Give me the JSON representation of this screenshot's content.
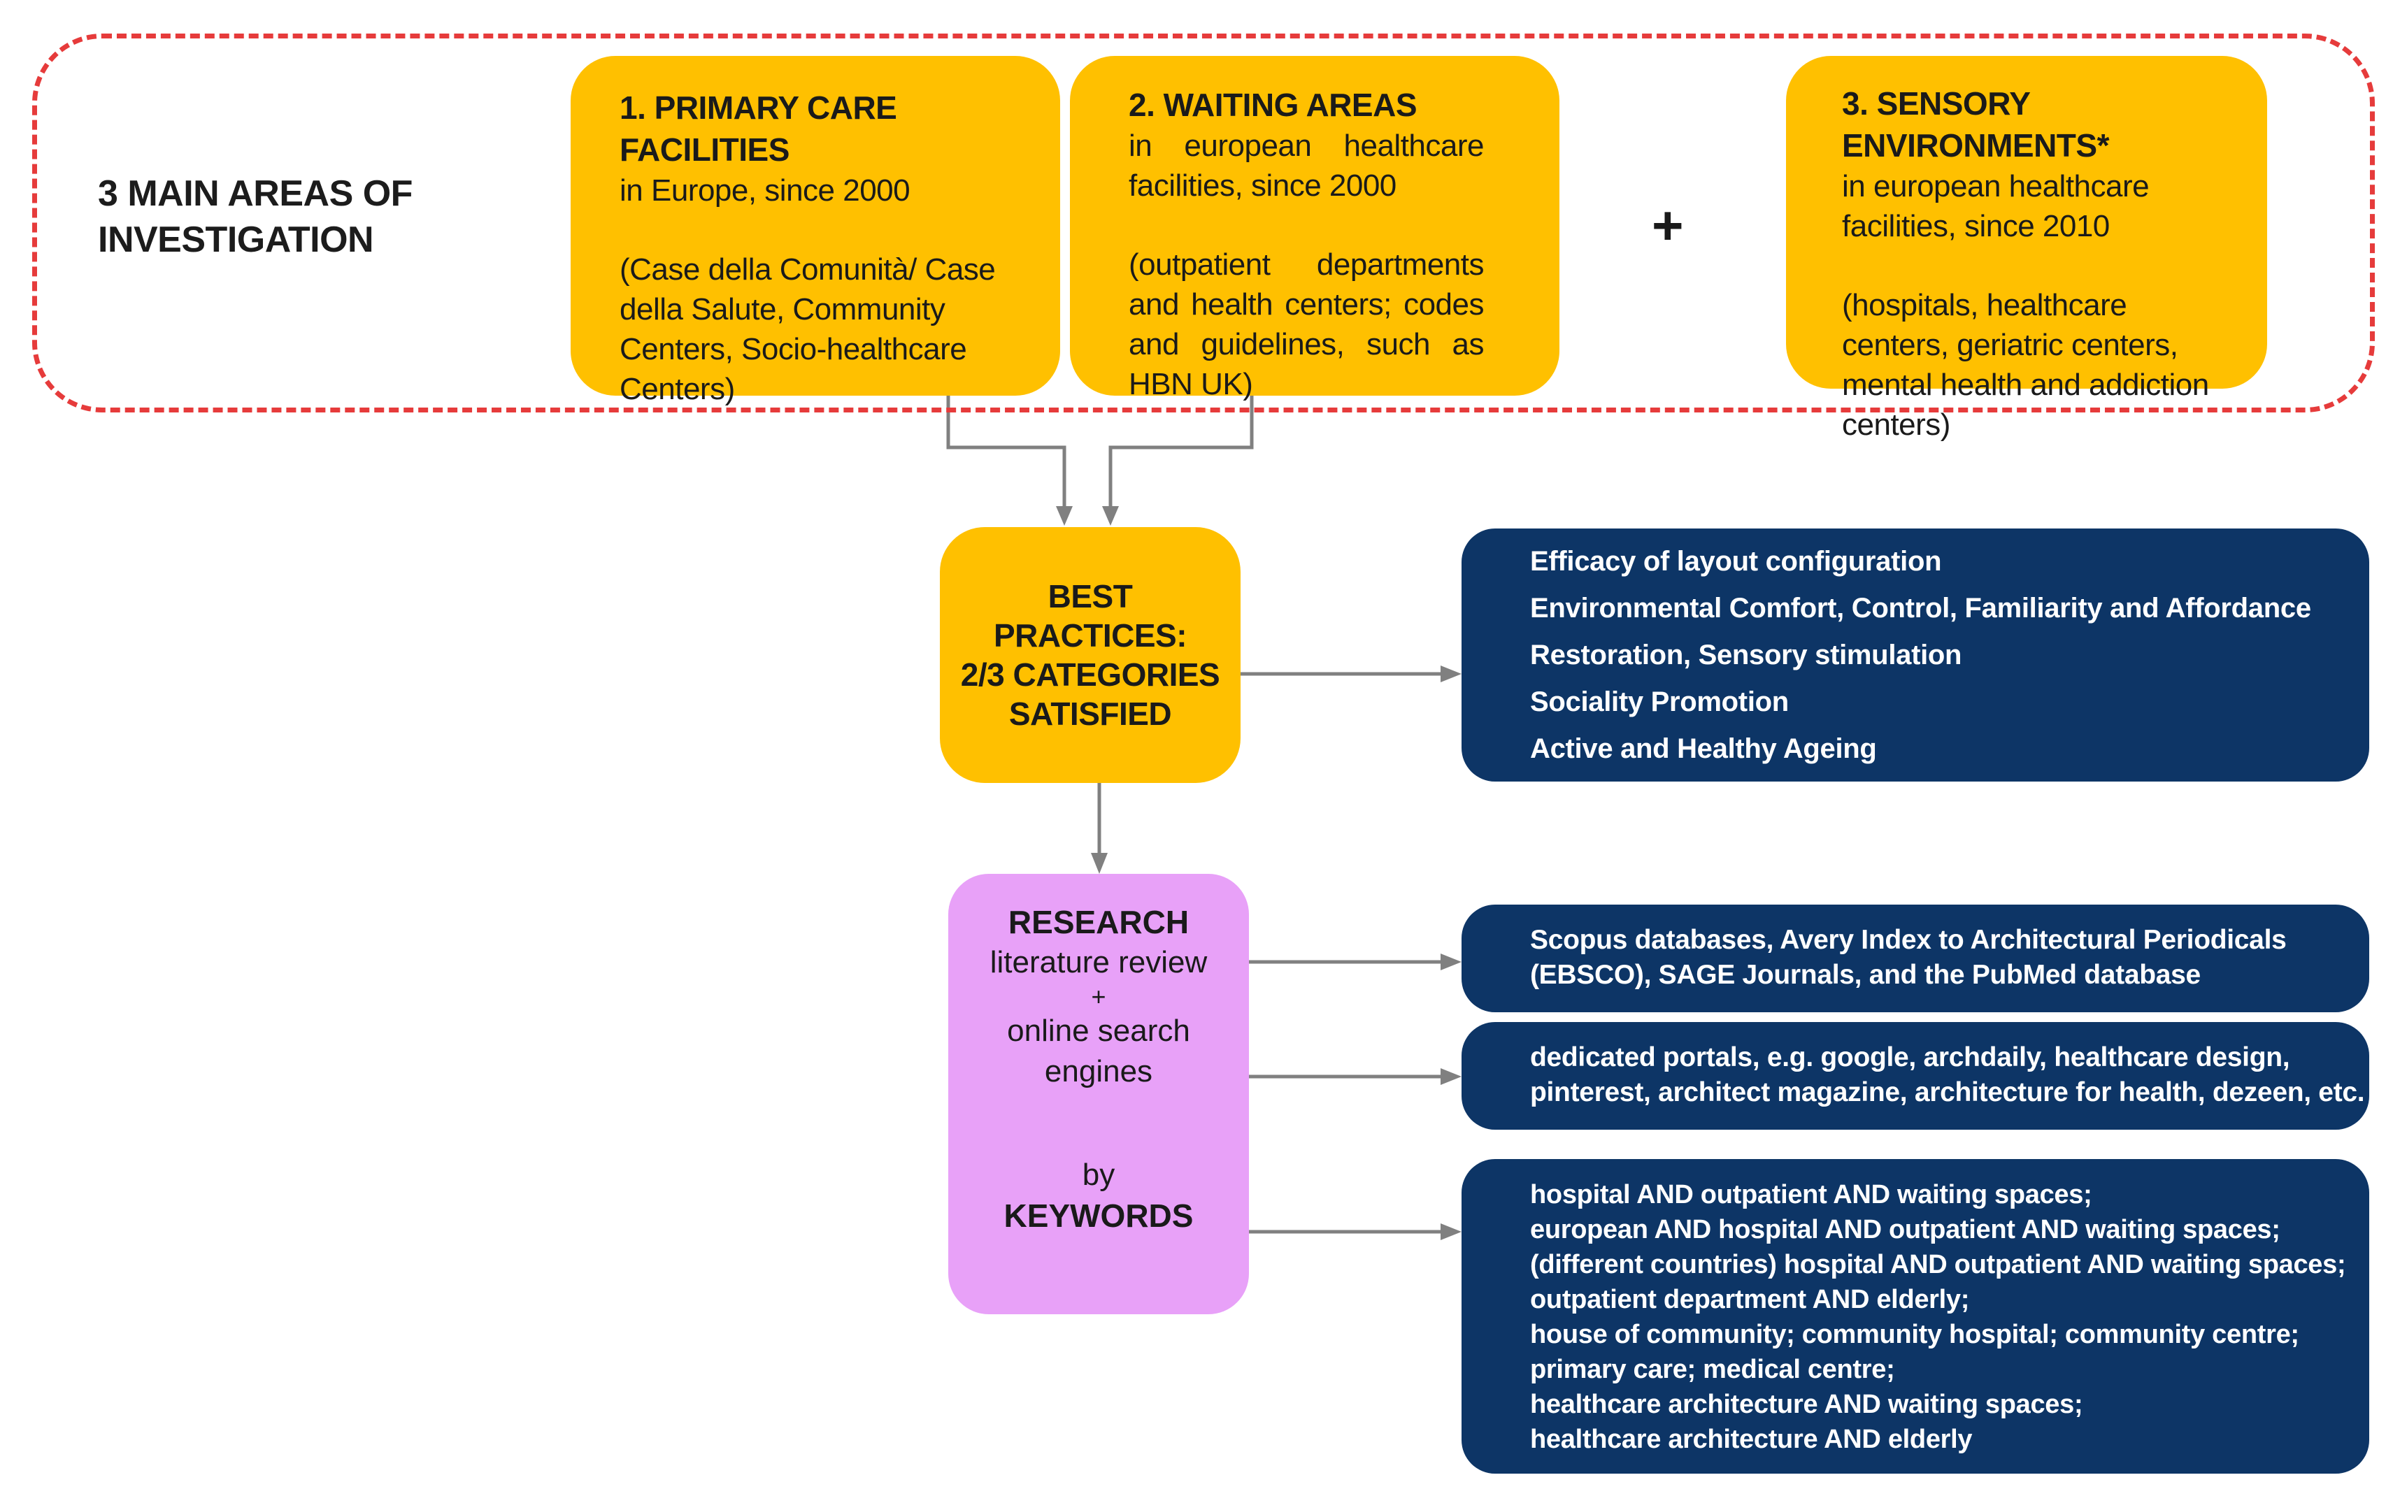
{
  "main_label": {
    "line1": "3 MAIN AREAS OF",
    "line2": "INVESTIGATION"
  },
  "area1": {
    "title": "1. PRIMARY CARE FACILITIES",
    "subtitle": "in Europe, since 2000",
    "detail": "(Case della Comunità/ Case della Salute, Community Centers, Socio-healthcare Centers)"
  },
  "area2": {
    "title": "2. WAITING AREAS",
    "subtitle": "in european healthcare facilities, since 2000",
    "detail": "(outpatient departments and health centers; codes and guidelines, such as HBN UK)"
  },
  "plus": "+",
  "area3": {
    "title": "3. SENSORY ENVIRONMENTS*",
    "subtitle": "in european healthcare facilities, since 2010",
    "detail": "(hospitals, healthcare centers, geriatric centers, mental health and addiction centers)"
  },
  "best_practices": {
    "line1": "BEST",
    "line2": "PRACTICES:",
    "line3": "2/3 CATEGORIES",
    "line4": "SATISFIED"
  },
  "criteria": [
    "Efficacy of layout configuration",
    "Environmental Comfort, Control, Familiarity and Affordance",
    "Restoration, Sensory stimulation",
    "Sociality Promotion",
    "Active and Healthy Ageing"
  ],
  "research": {
    "title": "RESEARCH",
    "line1": "literature review",
    "plus": "+",
    "line2": "online search",
    "line3": "engines",
    "by": "by",
    "keywords": "KEYWORDS"
  },
  "sources_databases": [
    "Scopus databases, Avery Index to Architectural Periodicals",
    "(EBSCO), SAGE Journals, and the PubMed database"
  ],
  "sources_portals": [
    "dedicated portals, e.g. google, archdaily, healthcare design,",
    "pinterest, architect magazine, architecture for health, dezeen, etc."
  ],
  "keyword_list": [
    "hospital AND outpatient AND waiting spaces;",
    "european AND hospital AND outpatient AND waiting spaces;",
    "(different countries) hospital AND outpatient AND waiting spaces;",
    "outpatient department AND elderly;",
    "house of community; community hospital; community centre;",
    "primary care; medical centre;",
    "healthcare architecture AND waiting spaces;",
    "healthcare architecture AND elderly"
  ],
  "colors": {
    "yellow": "#ffc000",
    "navy": "#0d3566",
    "lilac": "#e8a1f8",
    "dashed_red": "#e63b3b",
    "connector_gray": "#808080"
  }
}
